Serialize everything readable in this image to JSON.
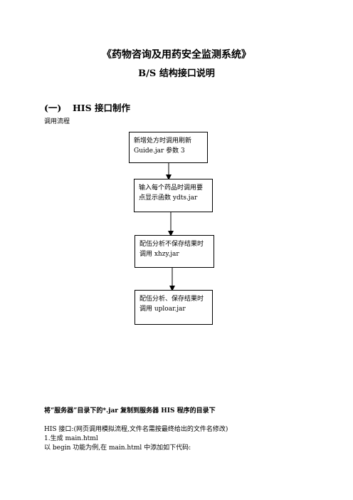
{
  "doc": {
    "title": "《药物咨询及用药安全监测系统》",
    "subtitle": "B/S 结构接口说明",
    "section_number": "(一)",
    "section_title": "HIS 接口制作",
    "flow_label": "调用流程",
    "flow_steps": [
      "新增处方时调用刷新 Guide.jar 参数 3",
      "输入每个药品时调用要点显示函数 ydts.jar",
      "配伍分析不保存结果时调用 xhzy.jar",
      "配伍分析、保存结果时调用 uploar.jar"
    ],
    "note_bold": "将“服务器”目录下的*.jar 复制到服务器 HIS 程序的目录下",
    "lines": [
      "HIS 接口:(网页调用模拟流程,文件名需按最终给出的文件名修改)",
      "1.生成 main.html",
      "以 begin 功能为例,在 main.html 中添加如下代码:"
    ]
  }
}
